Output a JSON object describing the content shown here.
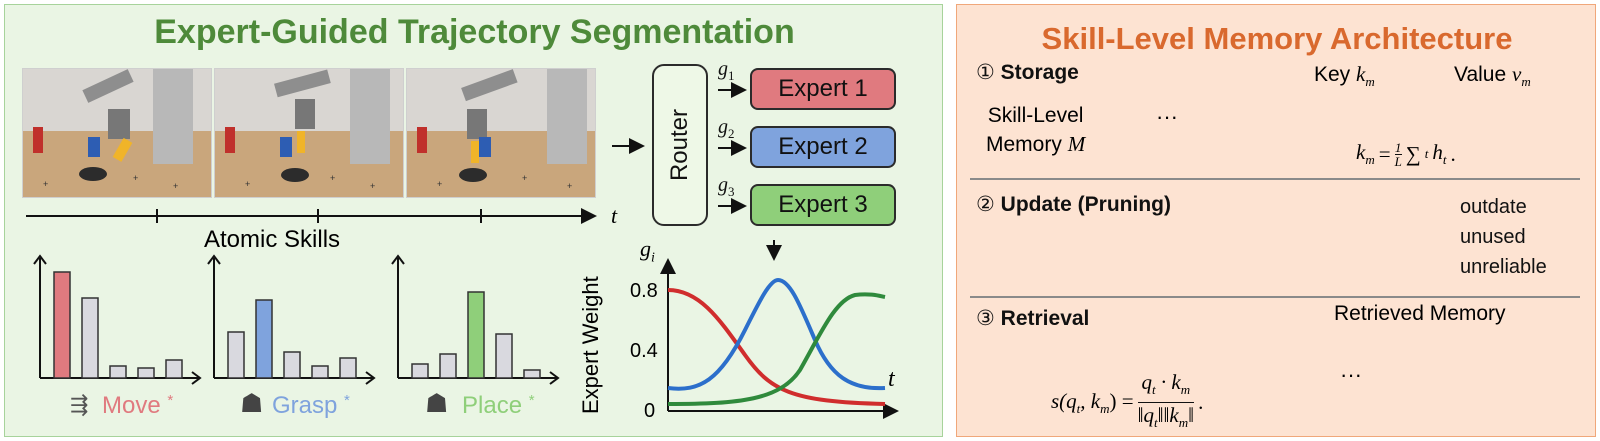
{
  "left": {
    "title": "Expert-Guided Trajectory Segmentation",
    "timeline": {
      "axis_label": "t",
      "caption": "Atomic Skills"
    },
    "router_label": "Router",
    "gates": [
      "g",
      "g",
      "g"
    ],
    "gate_subscripts": [
      "1",
      "2",
      "3"
    ],
    "experts": [
      {
        "label": "Expert 1",
        "color": "#e07a7f"
      },
      {
        "label": "Expert 2",
        "color": "#7fa3dd"
      },
      {
        "label": "Expert 3",
        "color": "#8fcf7a"
      }
    ],
    "skills": [
      {
        "name": "Move",
        "color": "#e07a7f",
        "highlight_index": 0
      },
      {
        "name": "Grasp",
        "color": "#7fa3dd",
        "highlight_index": 2
      },
      {
        "name": "Place",
        "color": "#8fcf7a",
        "highlight_index": 3
      }
    ],
    "skill_marker": "*",
    "weight_chart": {
      "ylabel": "Expert Weight",
      "gi_symbol": "g",
      "gi_sub": "i",
      "xlabel": "t",
      "ticks": [
        "0.8",
        "0.4",
        "0"
      ]
    }
  },
  "right": {
    "title": "Skill-Level Memory Architecture",
    "storage": {
      "num": "①",
      "head": "Storage",
      "memory_label_line1": "Skill-Level",
      "memory_label_line2": "Memory",
      "memory_symbol": "M",
      "ellipsis": "···",
      "key_label": "Key",
      "key_symbol": "k",
      "key_sub": "m",
      "value_label": "Value",
      "value_symbol": "v",
      "value_sub": "m",
      "formula_lhs": "k",
      "formula_lhs_sub": "m",
      "formula_eq": "=",
      "formula_num": "1",
      "formula_den": "L",
      "formula_sum": "∑",
      "formula_sum_sub": "t",
      "formula_h": "h",
      "formula_h_sub": "t",
      "formula_end": "."
    },
    "update": {
      "num": "②",
      "head": "Update (Pruning)",
      "reasons": [
        "outdate",
        "unused",
        "unreliable"
      ]
    },
    "retrieval": {
      "num": "③",
      "head": "Retrieval",
      "retrieved_label": "Retrieved Memory",
      "ellipsis": "···",
      "sim_lhs": "s(q",
      "sim_lhs_sub1": "t",
      "sim_lhs_mid": ", k",
      "sim_lhs_sub2": "m",
      "sim_lhs_end": ") =",
      "sim_num": "q",
      "sim_num_sub": "t",
      "sim_num_dot": " · k",
      "sim_num_sub2": "m",
      "sim_den": "‖q",
      "sim_den_sub": "t",
      "sim_den_mid": "‖‖k",
      "sim_den_sub2": "m",
      "sim_den_end": "‖",
      "sim_end": "."
    },
    "value_colors": [
      "#e8767c",
      "#7fa0df",
      "#93cf7c"
    ]
  }
}
